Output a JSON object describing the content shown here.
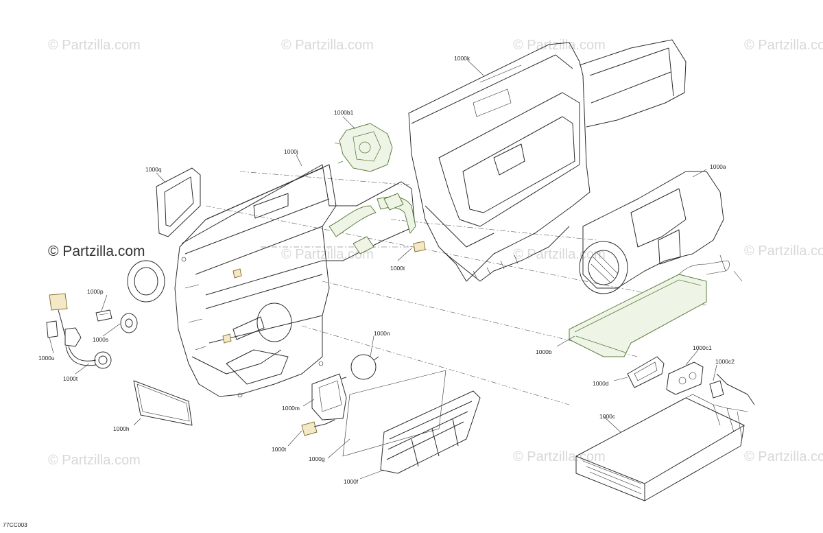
{
  "watermarks": [
    {
      "text": "© Partzilla.com"
    },
    {
      "text": "© Partzilla.com"
    },
    {
      "text": "© Partzilla.com"
    },
    {
      "text": "© Partzilla.com"
    },
    {
      "text": "© Partzilla.com"
    },
    {
      "text": "© Partzilla.com"
    },
    {
      "text": "© Partzilla.com"
    },
    {
      "text": "© Partzilla.com"
    },
    {
      "text": "© Partzilla.com"
    },
    {
      "text": "© Partzilla.com"
    }
  ],
  "main_watermark": "© Partzilla.com",
  "diagram_code": "77CC003",
  "labels": {
    "l1000k": "1000k",
    "l1000b1": "1000b1",
    "l1000j": "1000j",
    "l1000q": "1000q",
    "l1000a": "1000a",
    "l1000t_top": "1000t",
    "l1000p": "1000p",
    "l1000s": "1000s",
    "l1000u": "1000u",
    "l1000t_left": "1000t",
    "l1000n": "1000n",
    "l1000b": "1000b",
    "l1000c1": "1000c1",
    "l1000c2": "1000c2",
    "l1000d": "1000d",
    "l1000m": "1000m",
    "l1000h": "1000h",
    "l1000c": "1000c",
    "l1000t_bottom": "1000t",
    "l1000g": "1000g",
    "l1000f": "1000f"
  },
  "colors": {
    "highlight_green": "#5e7d3e",
    "highlight_yellow": "#8a7533",
    "line": "#2b2b2b"
  }
}
